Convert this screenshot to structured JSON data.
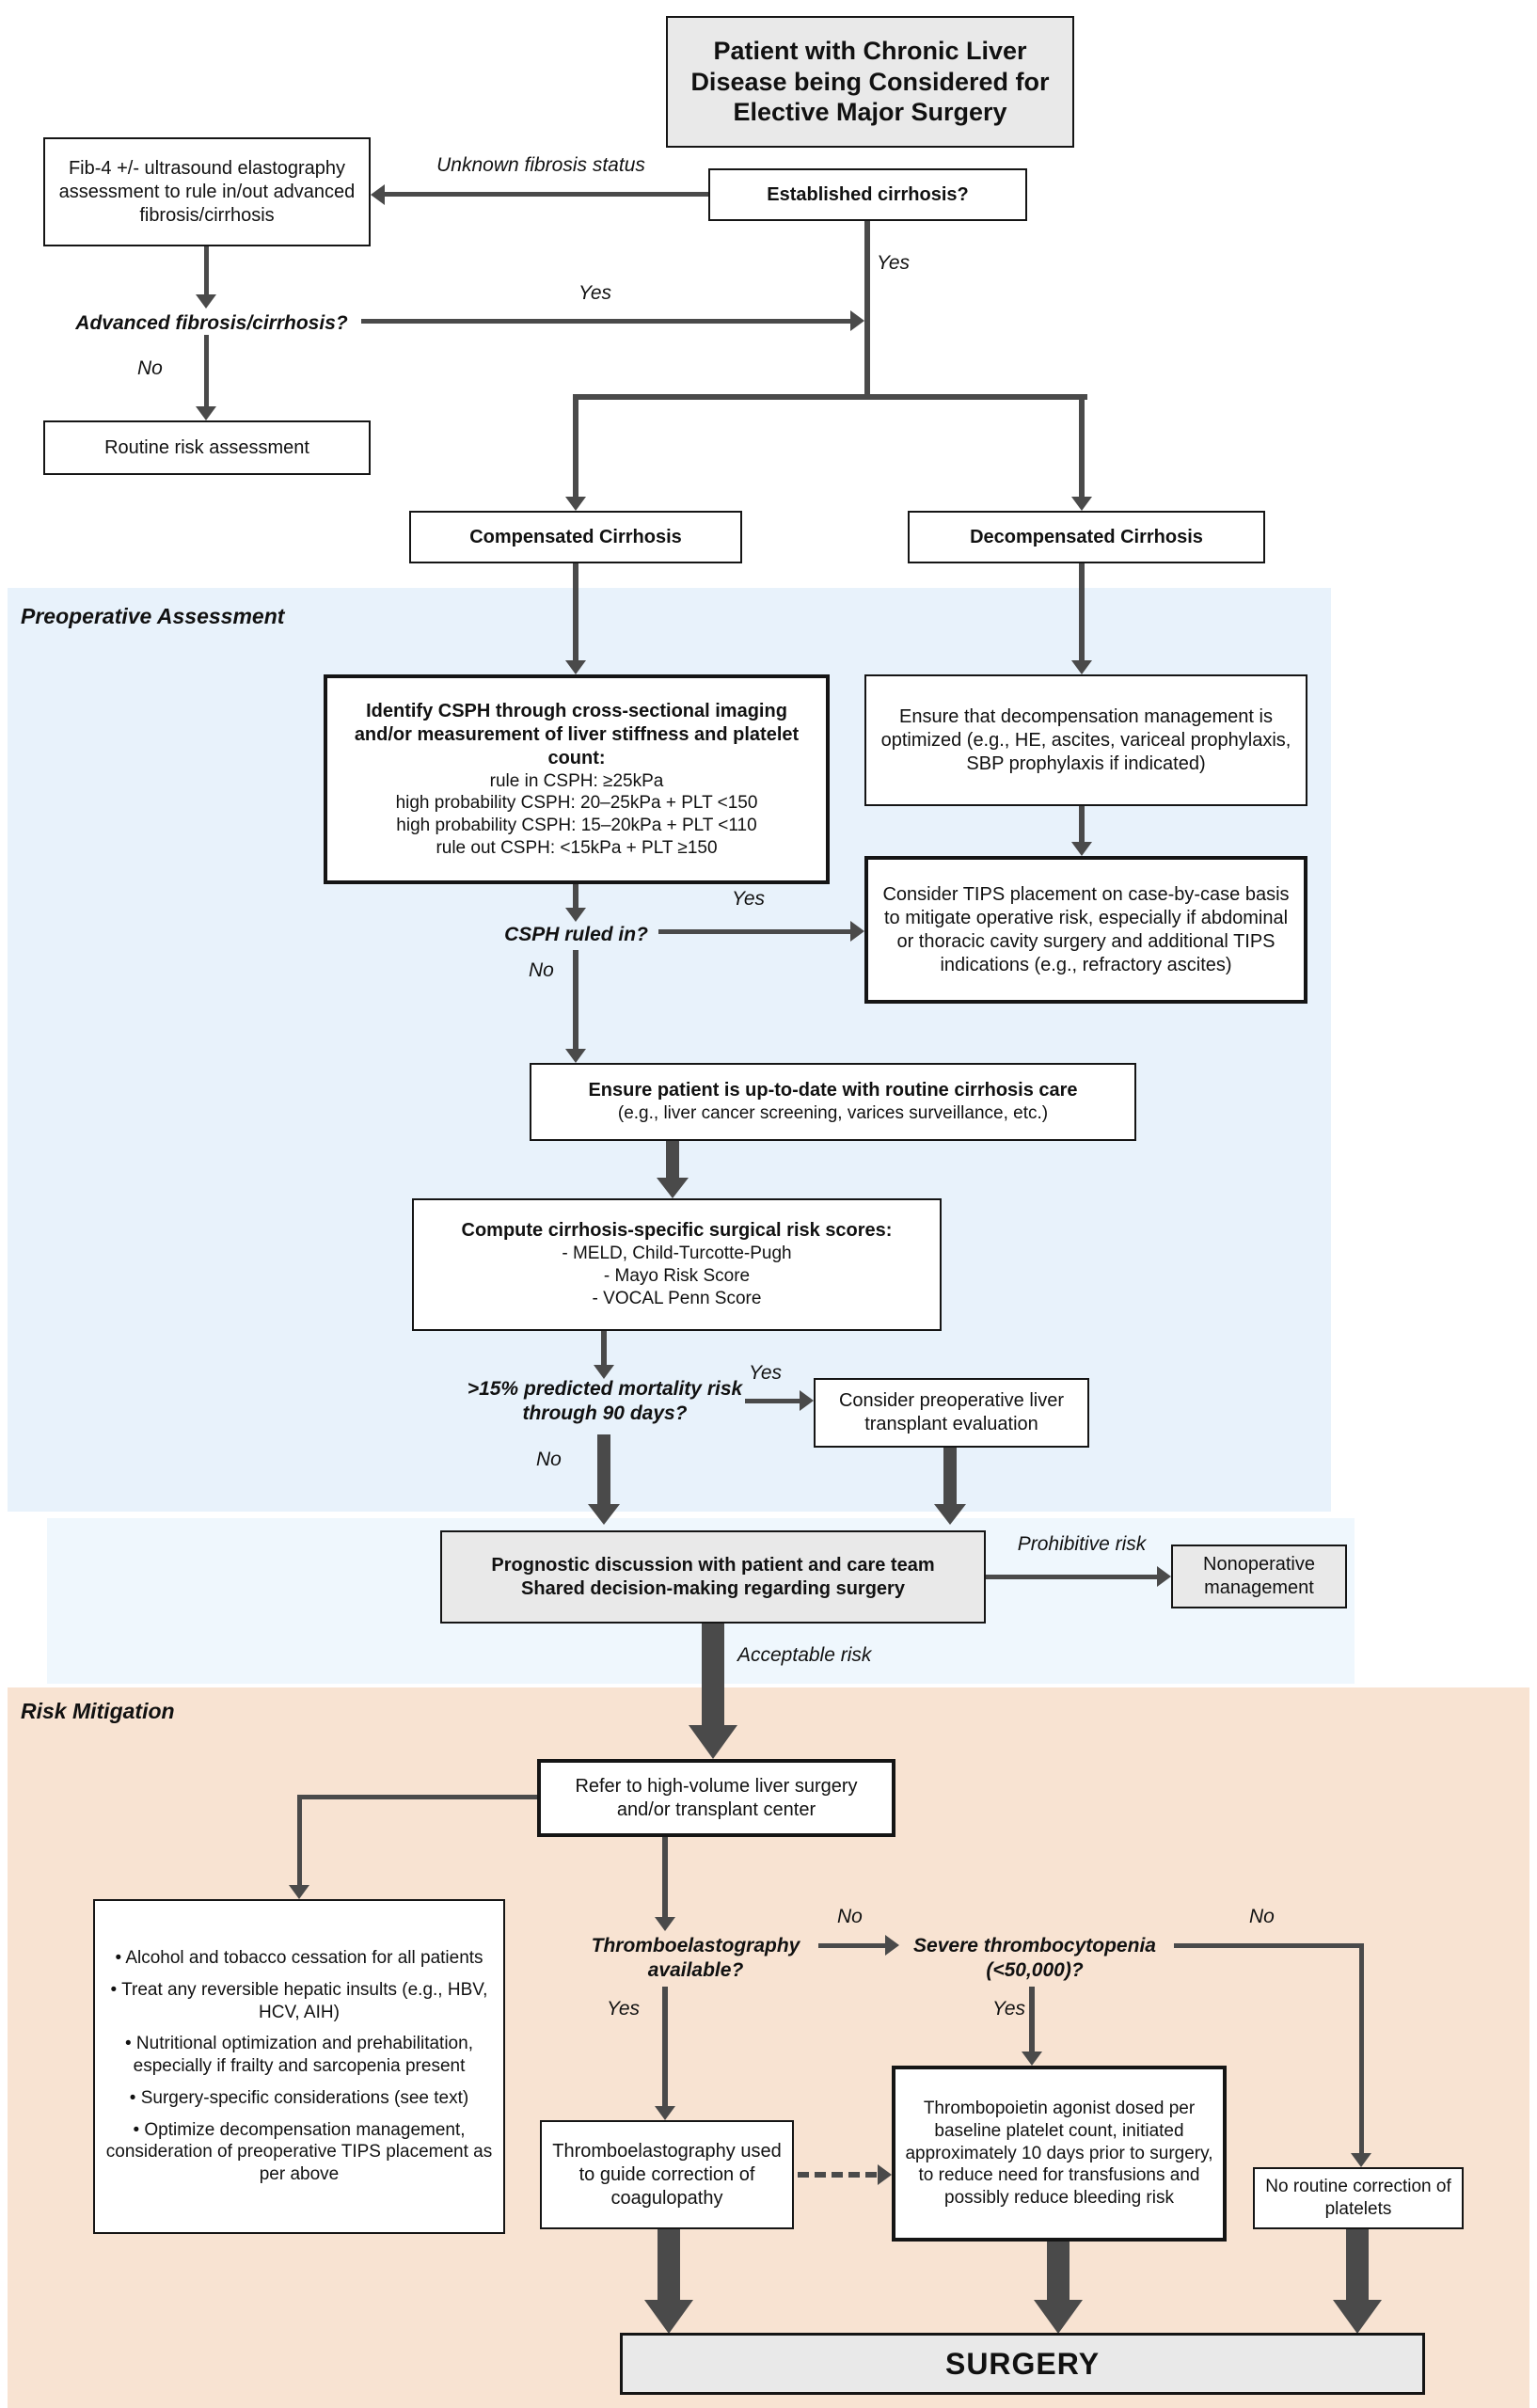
{
  "sections": {
    "preoperative": "Preoperative Assessment",
    "risk_mitigation": "Risk Mitigation"
  },
  "nodes": {
    "title": "Patient with Chronic Liver Disease being Considered for Elective Major Surgery",
    "established": "Established cirrhosis?",
    "fib4": "Fib-4 +/- ultrasound elastography assessment to rule in/out advanced fibrosis/cirrhosis",
    "advanced_q": "Advanced fibrosis/cirrhosis?",
    "routine_risk": "Routine risk assessment",
    "compensated": "Compensated Cirrhosis",
    "decompensated": "Decompensated Cirrhosis",
    "identify_csph": {
      "heading": "Identify CSPH through cross-sectional imaging and/or measurement of liver stiffness and platelet count:",
      "lines": [
        "rule in CSPH: ≥25kPa",
        "high probability CSPH: 20–25kPa + PLT <150",
        "high probability CSPH: 15–20kPa + PLT <110",
        "rule out CSPH: <15kPa + PLT ≥150"
      ]
    },
    "decomp_mgmt": "Ensure that decompensation management is optimized (e.g., HE, ascites, variceal prophylaxis, SBP prophylaxis if indicated)",
    "csph_q": "CSPH ruled in?",
    "tips": "Consider TIPS placement on case-by-case basis to mitigate operative risk, especially if abdominal or thoracic cavity surgery and additional TIPS indications (e.g., refractory ascites)",
    "routine_care": {
      "heading": "Ensure patient is up-to-date with routine cirrhosis care",
      "detail": "(e.g., liver cancer screening, varices surveillance, etc.)"
    },
    "risk_scores": {
      "heading": "Compute cirrhosis-specific surgical risk scores:",
      "lines": [
        "- MELD, Child-Turcotte-Pugh",
        "- Mayo Risk Score",
        "- VOCAL Penn Score"
      ]
    },
    "mortality_q": ">15% predicted mortality risk through 90 days?",
    "transplant_eval": "Consider preoperative liver transplant evaluation",
    "prognostic": {
      "line1": "Prognostic discussion with patient and care team",
      "line2": "Shared decision-making regarding surgery"
    },
    "nonoperative": "Nonoperative management",
    "refer": "Refer to high-volume liver surgery and/or transplant center",
    "mitigation": {
      "items": [
        "• Alcohol and tobacco cessation for all patients",
        "• Treat any reversible hepatic insults (e.g., HBV, HCV, AIH)",
        "• Nutritional optimization and prehabilitation, especially if frailty and sarcopenia present",
        "• Surgery-specific considerations (see text)",
        "• Optimize decompensation management, consideration of preoperative TIPS placement as per above"
      ]
    },
    "teg_q": "Thromboelastography available?",
    "severe_q": "Severe thrombocytopenia (<50,000)?",
    "teg_guide": "Thromboelastography used to guide correction of coagulopathy",
    "tpo": "Thrombopoietin agonist dosed per baseline platelet count, initiated approximately 10 days prior to surgery, to reduce need for transfusions and possibly reduce bleeding risk",
    "no_platelet_correction": "No routine correction of platelets",
    "surgery": "SURGERY"
  },
  "labels": {
    "unknown_fibrosis": "Unknown fibrosis status",
    "yes_established": "Yes",
    "yes_advanced": "Yes",
    "no_advanced": "No",
    "yes_csph": "Yes",
    "no_csph": "No",
    "yes_mortality": "Yes",
    "no_mortality": "No",
    "prohibitive_risk": "Prohibitive risk",
    "acceptable_risk": "Acceptable risk",
    "no_teg": "No",
    "yes_teg": "Yes",
    "yes_severe": "Yes",
    "no_severe": "No"
  },
  "colors": {
    "preoperative_bg": "#e8f2fb",
    "decision_band_bg": "#eff7fd",
    "risk_mitigation_bg": "#f8e3d2",
    "line": "#4a4a4a",
    "node_gray": "#e9e9e9"
  }
}
